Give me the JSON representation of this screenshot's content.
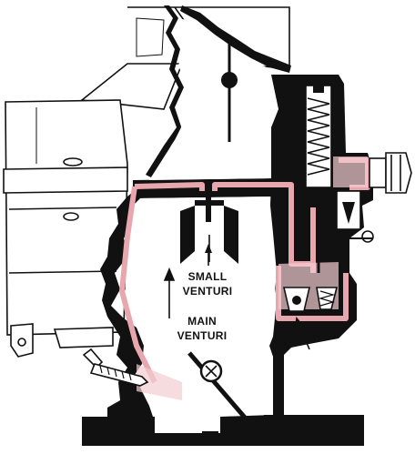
{
  "labels": {
    "small_venturi_line1": "SMALL",
    "small_venturi_line2": "VENTURI",
    "main_venturi_line1": "MAIN",
    "main_venturi_line2": "VENTURI"
  },
  "colors": {
    "ink": "#111111",
    "paper": "#ffffff",
    "fuel_pink": "#e8a7ae",
    "fuel_pink_light": "#f4cdd1"
  }
}
